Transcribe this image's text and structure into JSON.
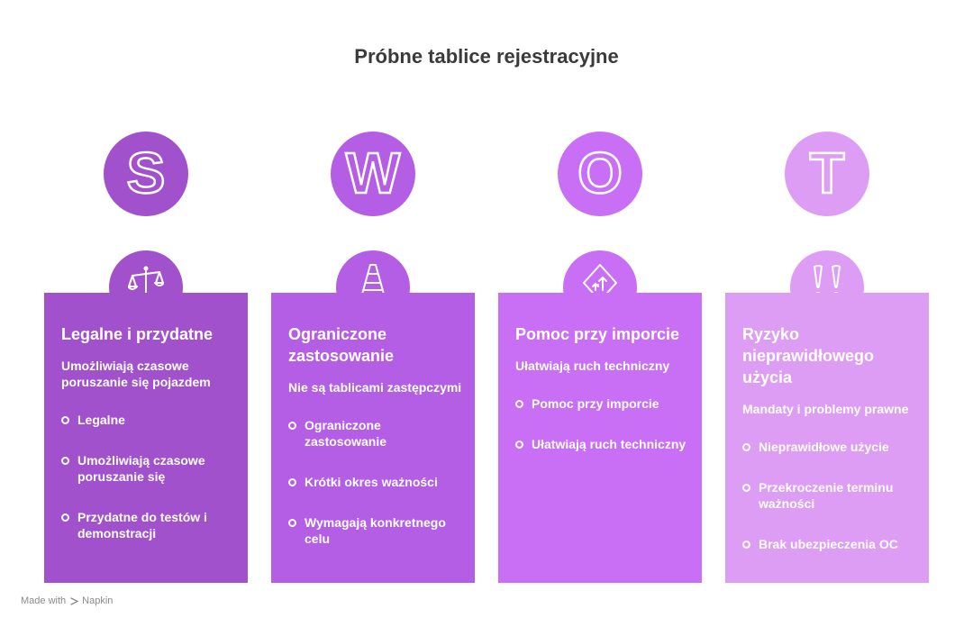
{
  "title": "Próbne tablice rejestracyjne",
  "colors": {
    "s": "#a151cc",
    "w": "#b35ee5",
    "o": "#c86ff5",
    "t": "#dd9df5",
    "title_text": "#3a3a3a"
  },
  "quadrants": [
    {
      "letter": "S",
      "icon": "scales-icon",
      "title": "Legalne i przydatne",
      "subtitle": "Umożliwiają czasowe poruszanie się pojazdem",
      "items": [
        "Legalne",
        "Umożliwiają czasowe poruszanie się",
        "Przydatne do testów i demonstracji"
      ]
    },
    {
      "letter": "W",
      "icon": "traffic-cone-icon",
      "title": "Ograniczone zastosowanie",
      "subtitle": "Nie są tablicami zastępczymi",
      "items": [
        "Ograniczone zastosowanie",
        "Krótki okres ważności",
        "Wymagają konkretnego celu"
      ]
    },
    {
      "letter": "O",
      "icon": "road-sign-icon",
      "title": "Pomoc przy imporcie",
      "subtitle": "Ułatwiają ruch techniczny",
      "items": [
        "Pomoc przy imporcie",
        "Ułatwiają ruch techniczny"
      ]
    },
    {
      "letter": "T",
      "icon": "double-exclamation-icon",
      "title": "Ryzyko nieprawidłowego użycia",
      "subtitle": "Mandaty i problemy prawne",
      "items": [
        "Nieprawidłowe użycie",
        "Przekroczenie terminu ważności",
        "Brak ubezpieczenia OC"
      ]
    }
  ],
  "footer": {
    "made_with": "Made with",
    "brand": "Napkin"
  }
}
